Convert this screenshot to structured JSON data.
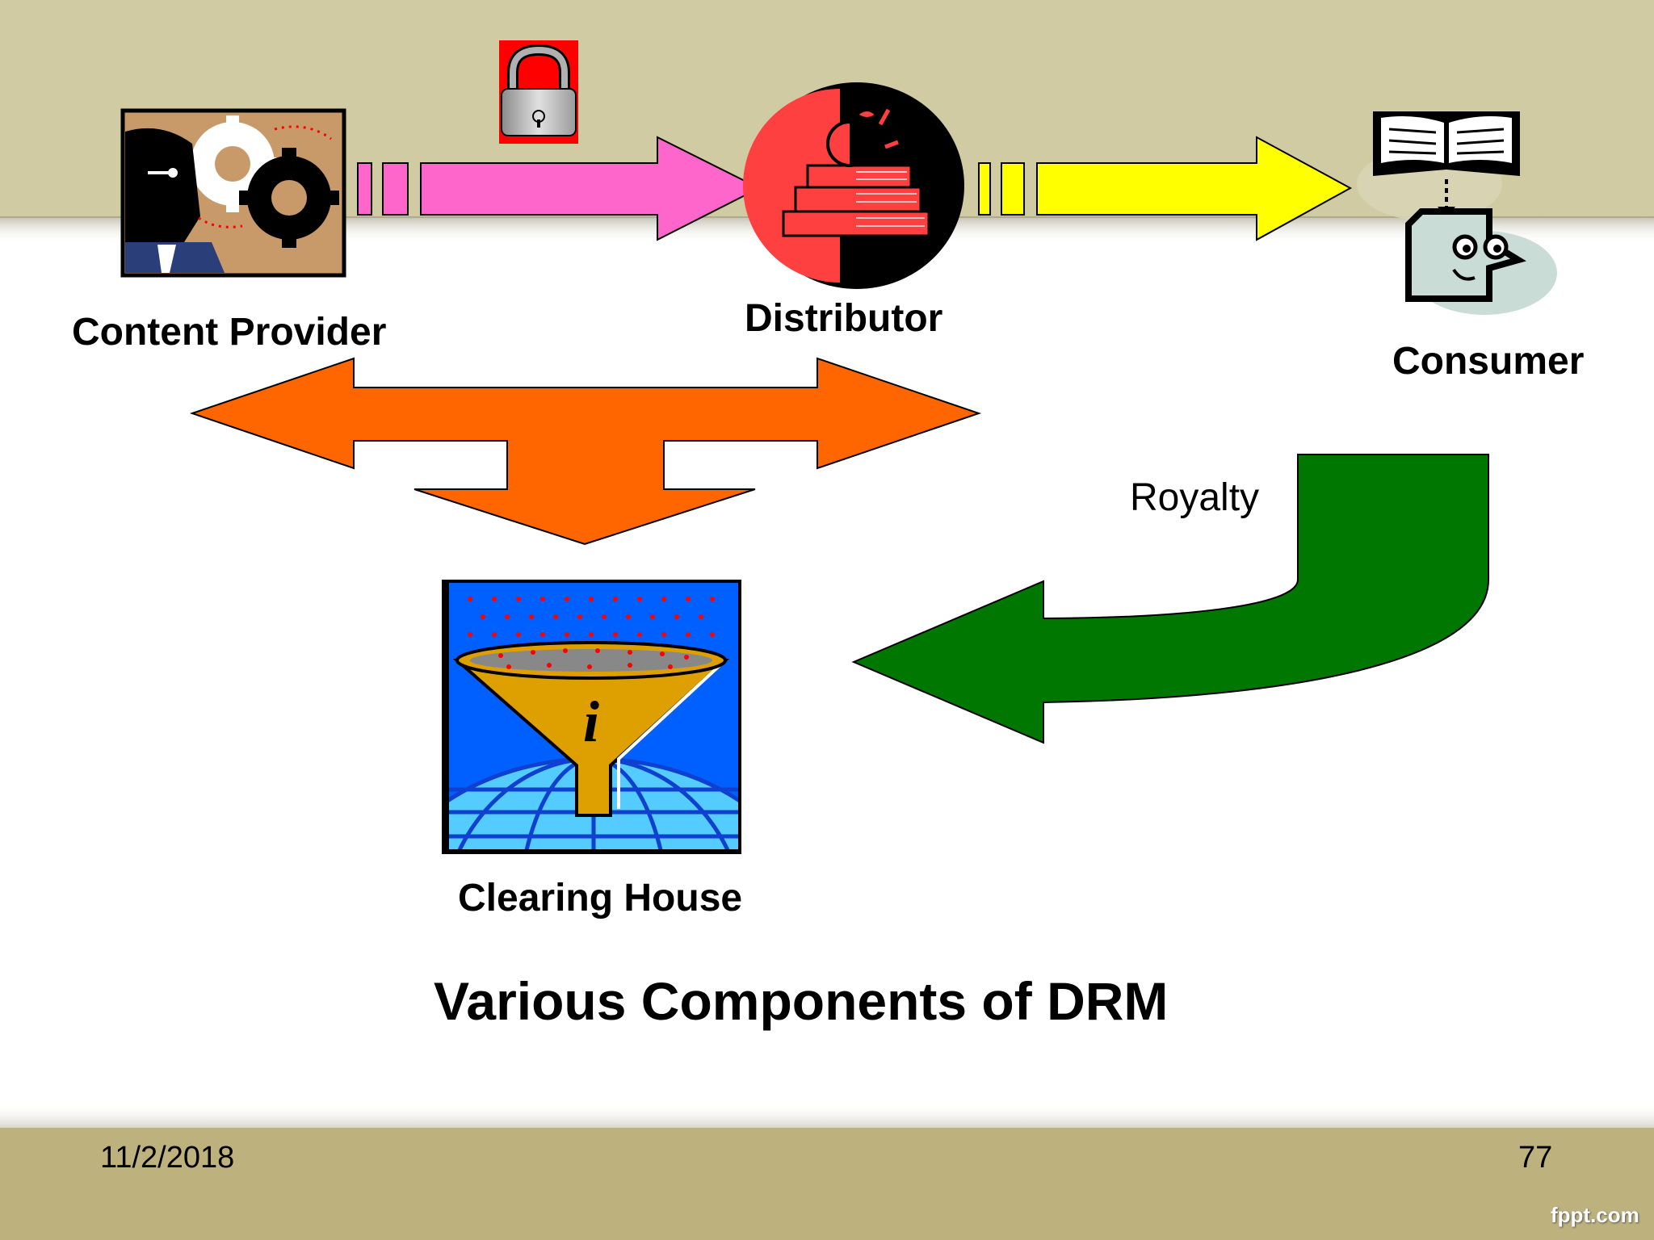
{
  "slide": {
    "title": "Various Components of DRM",
    "date": "11/2/2018",
    "page_number": "77",
    "brand": "fppt.com"
  },
  "nodes": {
    "content_provider": "Content Provider",
    "distributor": "Distributor",
    "consumer": "Consumer",
    "clearing_house": "Clearing House"
  },
  "flows": {
    "royalty": "Royalty"
  },
  "colors": {
    "header_band": "#d1cba4",
    "footer_band": "#bdb27e",
    "pink_arrow": "#ff66cc",
    "yellow_arrow": "#ffff00",
    "orange_arrow": "#ff6600",
    "green_arrow": "#007700",
    "lock_red": "#ff0000"
  },
  "icons": {
    "content_provider": "man-with-gears-icon",
    "lock": "padlock-icon",
    "distributor": "books-with-apple-icon",
    "consumer": "book-reader-icon",
    "clearing_house": "info-funnel-globe-icon"
  }
}
